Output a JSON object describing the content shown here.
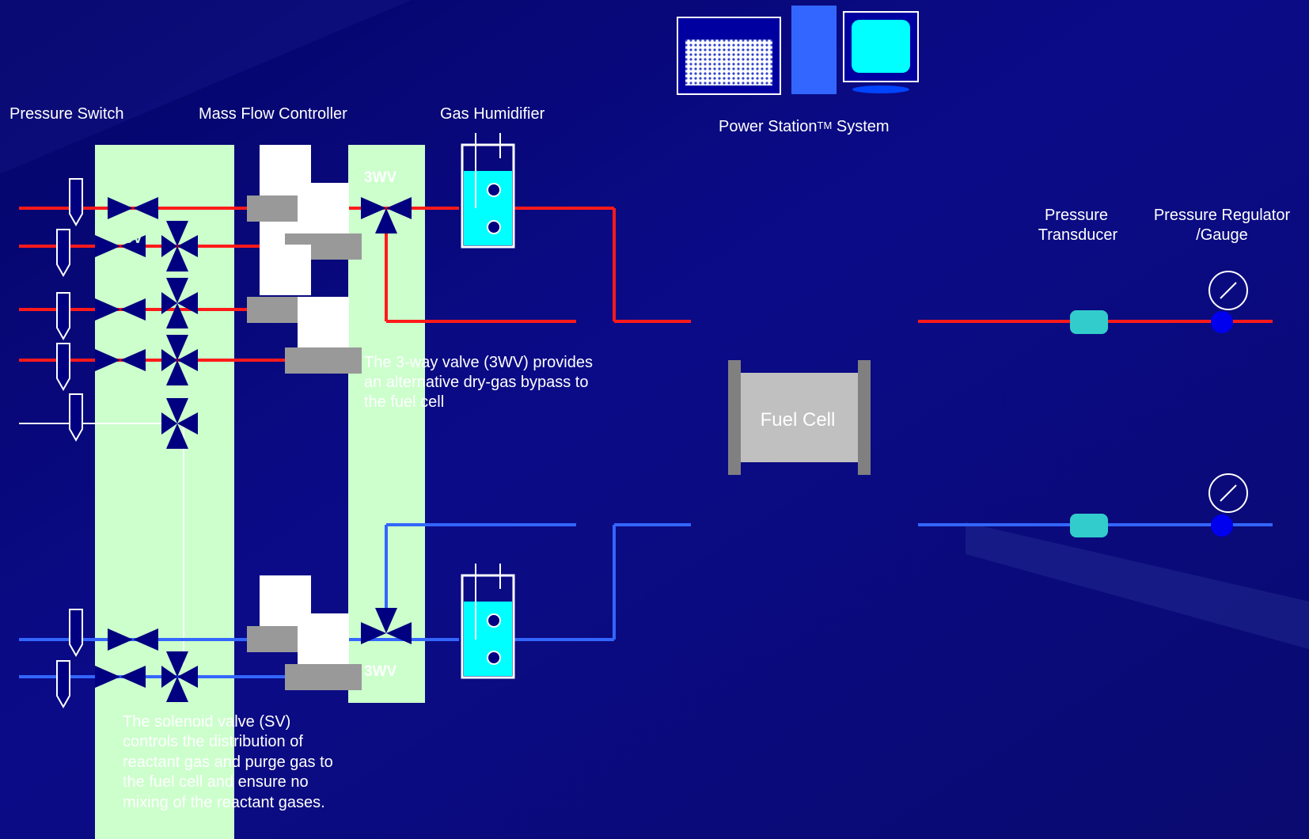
{
  "labels": {
    "pressure_switch": "Pressure Switch",
    "mass_flow_controller": "Mass Flow Controller",
    "gas_humidifier": "Gas Humidifier",
    "power_station": "Power Station",
    "power_station_tm": "TM",
    "power_station_suffix": " System",
    "pressure_transducer_line1": "Pressure",
    "pressure_transducer_line2": "Transducer",
    "pressure_regulator_line1": "Pressure Regulator",
    "pressure_regulator_line2": "/Gauge",
    "fuel_cell": "Fuel Cell",
    "sv": "SV",
    "three_wv": "3WV"
  },
  "notes": {
    "three_way_valve": [
      "The 3-way valve (3WV) provides",
      "an alternative dry-gas bypass to",
      "the fuel cell"
    ],
    "solenoid_valve": [
      "The solenoid valve (SV)",
      "controls the distribution of",
      "reactant gas and purge gas to",
      "the fuel cell and ensure no",
      "mixing of the reactant gases."
    ]
  },
  "colors": {
    "background": "#0a0a78",
    "panel": "#ccffcc",
    "red_line": "#ff1a1a",
    "blue_line": "#3366ff",
    "valve": "#000080",
    "humidifier_water": "#00ffff",
    "transducer": "#33cccc",
    "fuel_cell": "#c0c0c0",
    "mfc_gray": "#999999"
  }
}
